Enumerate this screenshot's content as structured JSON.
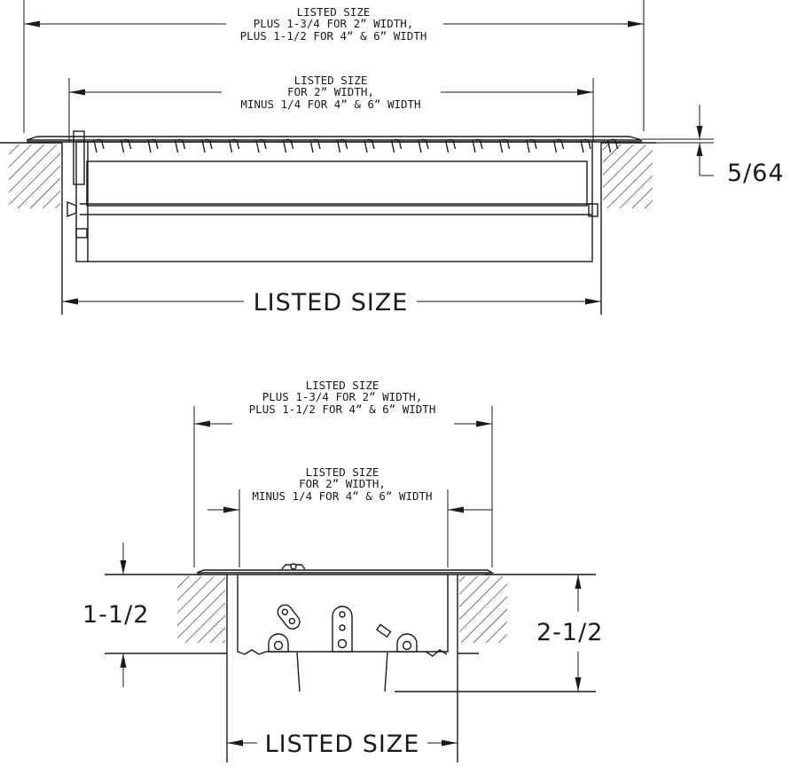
{
  "top_view": {
    "outer_dim": [
      "LISTED SIZE",
      "PLUS 1-3/4 FOR 2” WIDTH,",
      "PLUS 1-1/2 FOR 4” & 6” WIDTH"
    ],
    "inner_dim": [
      "LISTED SIZE",
      "FOR 2” WIDTH,",
      "MINUS 1/4 FOR 4” & 6” WIDTH"
    ],
    "flange_thickness": "5/64",
    "bottom_dim": "LISTED SIZE"
  },
  "side_view": {
    "outer_dim": [
      "LISTED SIZE",
      "PLUS 1-3/4 FOR 2” WIDTH,",
      "PLUS 1-1/2 FOR 4” & 6” WIDTH"
    ],
    "inner_dim": [
      "LISTED SIZE",
      "FOR 2” WIDTH,",
      "MINUS 1/4 FOR 4” & 6” WIDTH"
    ],
    "left_height": "1-1/2",
    "right_height": "2-1/2",
    "bottom_dim": "LISTED SIZE"
  }
}
